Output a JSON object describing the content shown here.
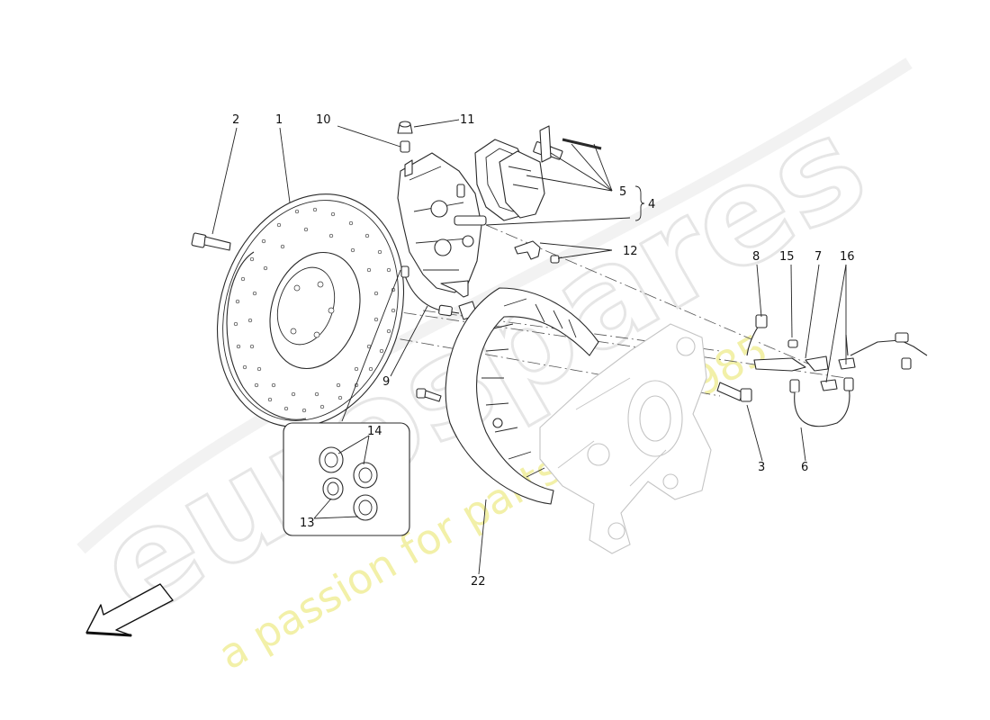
{
  "watermark": {
    "logo_text": "eurospares",
    "tagline": "a passion for parts since 1985"
  },
  "callouts": {
    "n1": "1",
    "n2": "2",
    "n3": "3",
    "n4": "4",
    "n5": "5",
    "n6": "6",
    "n7": "7",
    "n8": "8",
    "n9": "9",
    "n10": "10",
    "n11": "11",
    "n12": "12",
    "n13": "13",
    "n14": "14",
    "n15": "15",
    "n16": "16",
    "n22": "22"
  },
  "icons": {
    "direction_arrow": "front-direction-arrow-icon"
  }
}
